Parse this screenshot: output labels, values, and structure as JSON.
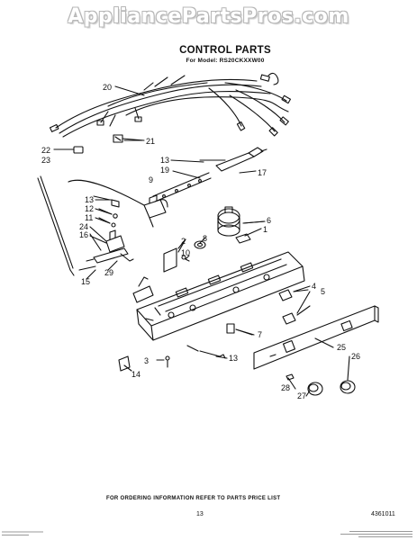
{
  "watermark": "AppliancePartsPros.com",
  "title": "CONTROL PARTS",
  "model": "For Model: RS20CKXXW00",
  "footer": "FOR ORDERING INFORMATION REFER TO PARTS PRICE LIST",
  "page_number": "13",
  "document_number": "4361011",
  "callouts": [
    "20",
    "21",
    "22",
    "23",
    "13",
    "19",
    "17",
    "9",
    "13",
    "12",
    "11",
    "24",
    "16",
    "29",
    "15",
    "2",
    "10",
    "8",
    "6",
    "1",
    "4",
    "5",
    "7",
    "13",
    "25",
    "26",
    "28",
    "27",
    "3",
    "14"
  ],
  "colors": {
    "ink": "#111111",
    "watermark_outline": "#b7b7b7",
    "background": "#ffffff"
  }
}
